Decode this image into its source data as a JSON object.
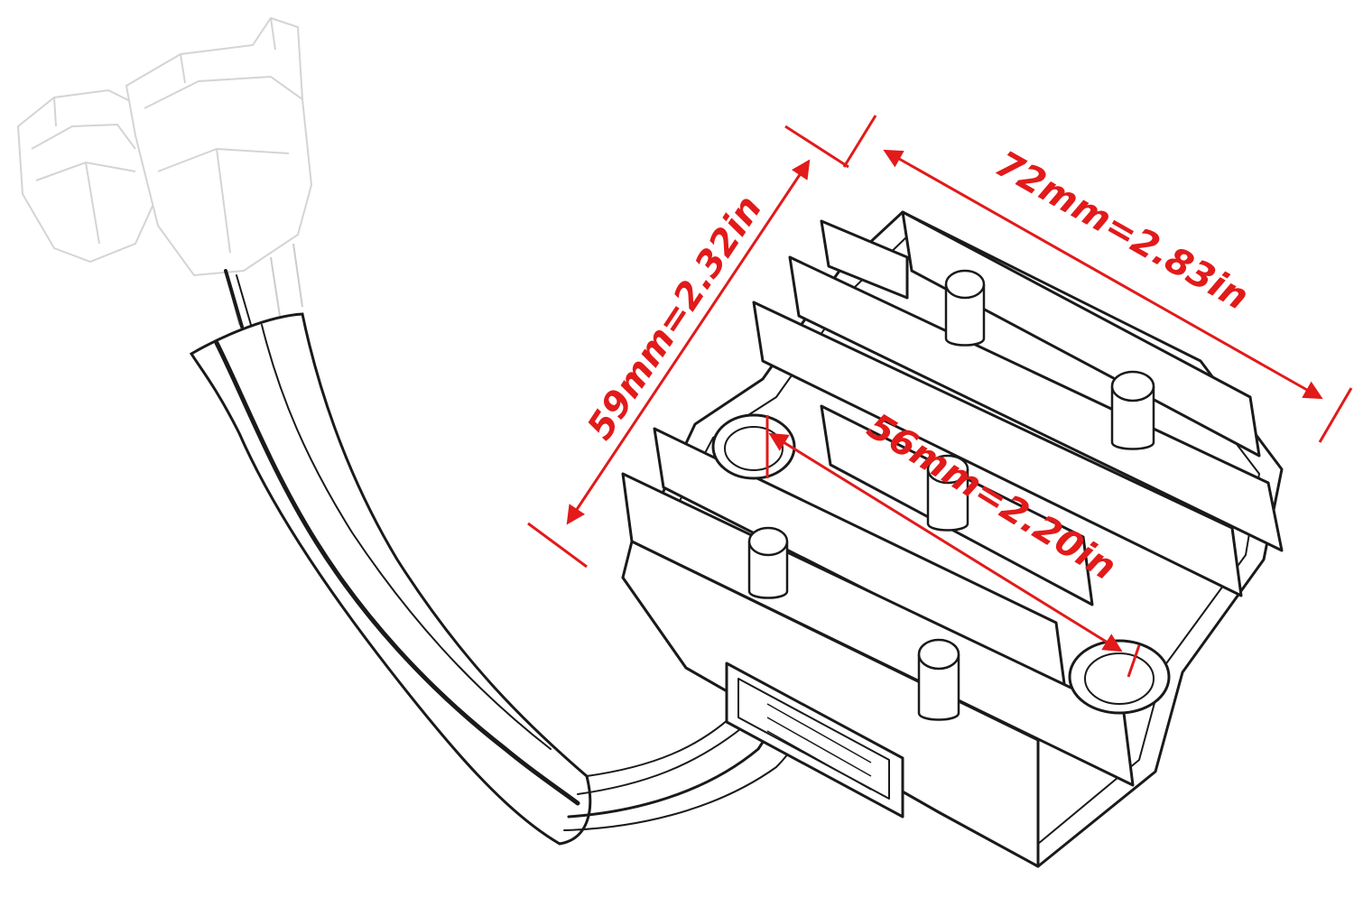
{
  "dimensions": {
    "accent_color": "#e21a1a",
    "line_color": "#1a1a1a",
    "width_label": "72mm=2.83in",
    "height_label": "59mm=2.32in",
    "hole_spacing_label": "56mm=2.20in"
  },
  "product": {
    "icon": "voltage-regulator-rectifier-icon"
  }
}
